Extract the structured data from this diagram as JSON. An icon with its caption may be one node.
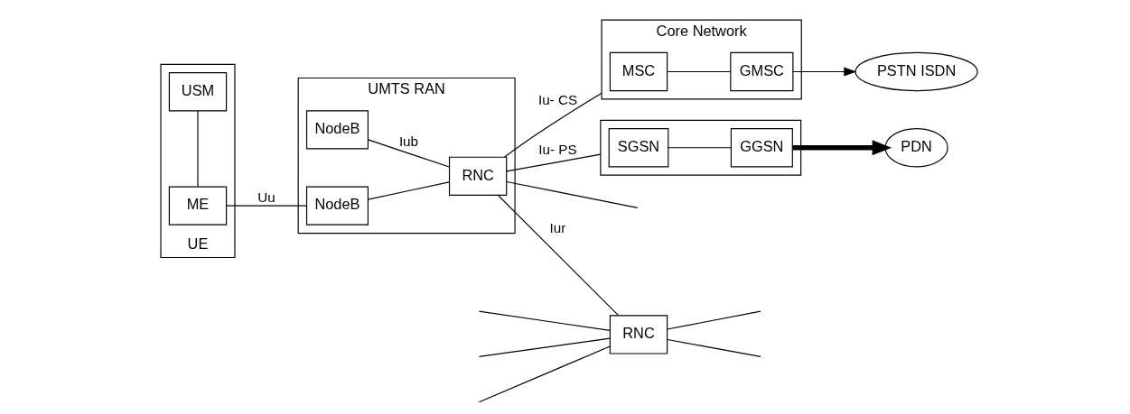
{
  "diagram": {
    "nodes": [
      {
        "text": [
          "UE"
        ]
      },
      {
        "text": [
          "ME"
        ],
        "in": 0
      },
      {
        "text": [
          "USM"
        ],
        "in": 0
      },
      {
        "text": [
          "UMTS RAN"
        ]
      },
      {
        "text": [
          "NodeB"
        ],
        "in": 3
      },
      {
        "text": [
          "NodeB"
        ],
        "in": 3
      },
      {
        "text": [
          "RNC"
        ],
        "in": 3
      },
      {
        "text": [
          "RNC"
        ]
      },
      {
        "text": [
          "Core Network"
        ]
      },
      {
        "text": [],
        "shape": "box"
      },
      {
        "text": [
          "MSC"
        ],
        "in": 8
      },
      {
        "text": [
          "GMSC"
        ],
        "in": 8
      },
      {
        "text": [
          "SGSN"
        ],
        "in": 9
      },
      {
        "text": [
          "GGSN"
        ],
        "in": 9
      },
      {
        "text": [
          "PSTN ISDN"
        ]
      },
      {
        "text": [
          "PDN"
        ]
      }
    ],
    "edges": [
      {
        "from": 1,
        "to": 2,
        "arrow": "none"
      },
      {
        "from": 1,
        "to": 5,
        "arrow": "none",
        "label": "Uu"
      },
      {
        "from": 4,
        "to": 6,
        "arrow": "none",
        "label": "Iub"
      },
      {
        "from": 5,
        "to": 6,
        "arrow": "none"
      },
      {
        "from": 6,
        "to": null,
        "arrow": "none"
      },
      {
        "from": 6,
        "to": 7,
        "arrow": "none",
        "label": "Iur"
      },
      {
        "from": 6,
        "to": 8,
        "arrow": "none",
        "label": "Iu- CS"
      },
      {
        "from": 6,
        "to": 9,
        "arrow": "none",
        "label": "Iu- PS"
      },
      {
        "from": 10,
        "to": 11,
        "arrow": "none"
      },
      {
        "from": 12,
        "to": 13,
        "arrow": "none"
      },
      {
        "from": 11,
        "to": 14,
        "arrow": "to"
      },
      {
        "from": 13,
        "to": 15,
        "arrow": "to",
        "style": "thick"
      },
      {
        "from": null,
        "to": 7,
        "arrow": "none"
      },
      {
        "from": null,
        "to": 7,
        "arrow": "none"
      },
      {
        "from": null,
        "to": 7,
        "arrow": "none"
      },
      {
        "from": 7,
        "to": null,
        "arrow": "none"
      },
      {
        "from": 7,
        "to": null,
        "arrow": "none"
      }
    ]
  }
}
